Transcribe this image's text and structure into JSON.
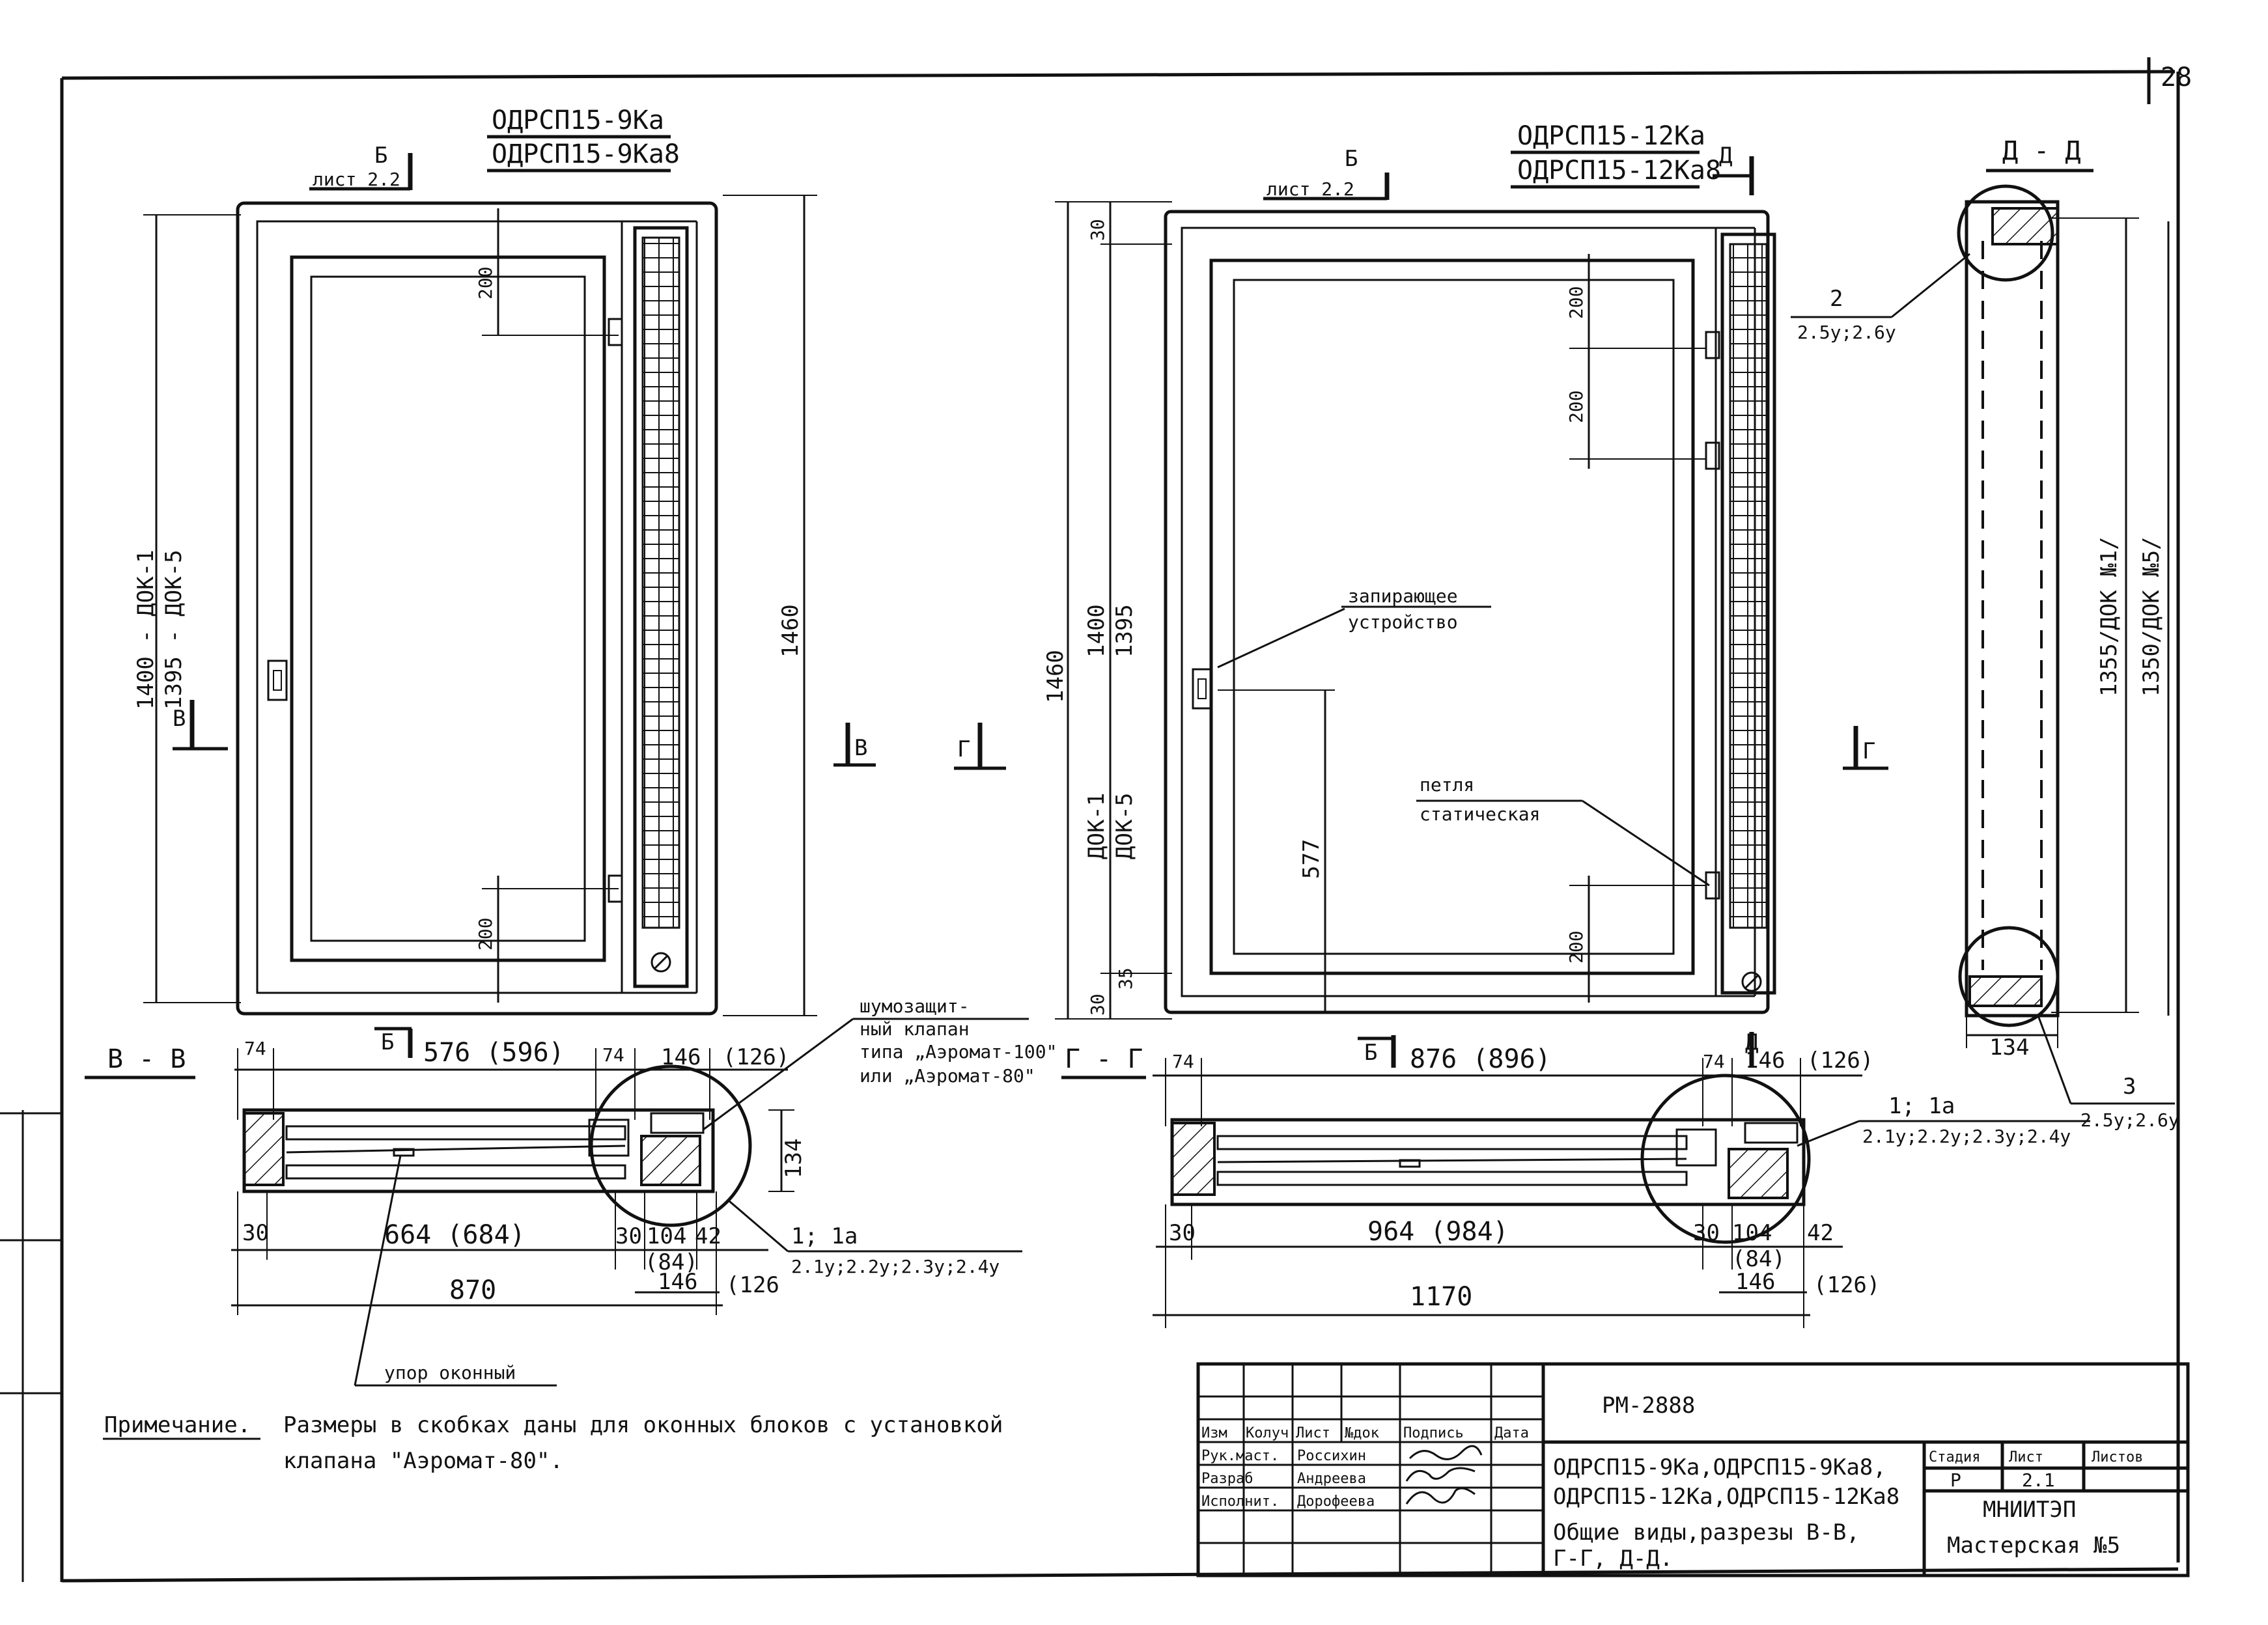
{
  "sheet": {
    "page_number": "28"
  },
  "left_view": {
    "title_1": "ОДРСП15-9Ка",
    "title_2": "ОДРСП15-9Ка8",
    "section_b_letter": "Б",
    "section_b_ref": "лист 2.2",
    "section_b_bottom": "Б",
    "dim_top_200": "200",
    "dim_bottom_200": "200",
    "dim_height_1": "1400 - ДОК-1",
    "dim_height_2": "1395 - ДОК-5",
    "dim_overall": "1460",
    "section_v_left": "В",
    "section_v_right": "В"
  },
  "right_view": {
    "title_1": "ОДРСП15-12Ка",
    "title_2": "ОДРСП15-12Ка8",
    "section_b_letter": "Б",
    "section_b_ref": "лист 2.2",
    "section_b_bottom": "Б",
    "section_d_top": "Д",
    "section_d_bottom": "Д",
    "dim_30_top": "30",
    "dim_200_a": "200",
    "dim_200_b": "200",
    "dim_200_c": "200",
    "dim_1400": "1400",
    "dim_1395": "1395",
    "dim_dok1": "ДОК-1",
    "dim_dok5": "ДОК-5",
    "dim_1460": "1460",
    "dim_577": "577",
    "dim_30_bottom": "30",
    "dim_35": "35",
    "label_lock_1": "запирающее",
    "label_lock_2": "устройство",
    "label_hinge_1": "петля",
    "label_hinge_2": "статическая",
    "section_g_left": "Г",
    "section_g_right": "Г"
  },
  "section_dd": {
    "title": "Д - Д",
    "callout_num": "2",
    "callout_ref": "2.5у;2.6у",
    "dim_1355": "1355/ДОК №1/",
    "dim_1350": "1350/ДОК №5/",
    "dim_134": "134",
    "callout_num_2": "3",
    "callout_ref_2": "2.5у;2.6у"
  },
  "section_vv": {
    "title": "В - В",
    "dim_74_left": "74",
    "dim_576": "576 (596)",
    "dim_74_mid": "74",
    "dim_146": "146",
    "dim_126": "(126)",
    "dim_134": "134",
    "dim_30": "30",
    "dim_664": "664 (684)",
    "dim_30_b": "30",
    "dim_104": "104",
    "dim_42": "42",
    "dim_84": "(84)",
    "dim_146_b": "146",
    "dim_126_b": "(126",
    "dim_870": "870",
    "callout_num": "1; 1а",
    "callout_ref": "2.1у;2.2у;2.3у;2.4у",
    "label_stop": "упор оконный",
    "label_valve_1": "шумозащит-",
    "label_valve_2": "ный клапан",
    "label_valve_3": "типа „Аэромат-100\"",
    "label_valve_4": "или „Аэромат-80\""
  },
  "section_gg": {
    "title": "Г - Г",
    "dim_74_left": "74",
    "dim_876": "876 (896)",
    "dim_74_mid": "74",
    "dim_146": "146",
    "dim_126": "(126)",
    "dim_30": "30",
    "dim_964": "964 (984)",
    "dim_30_b": "30",
    "dim_104": "104",
    "dim_42": "42",
    "dim_84": "(84)",
    "dim_146_b": "146",
    "dim_126_b": "(126)",
    "dim_1170": "1170",
    "callout_num": "1; 1а",
    "callout_ref": "2.1у;2.2у;2.3у;2.4у"
  },
  "note": {
    "label": "Примечание.",
    "text_1": "Размеры в скобках даны для оконных блоков с установкой",
    "text_2": "клапана \"Аэромат-80\"."
  },
  "title_block": {
    "doc_code": "РМ-2888",
    "hdr_izm": "Изм",
    "hdr_koluch": "Колуч",
    "hdr_list": "Лист",
    "hdr_ndok": "№док",
    "hdr_podpis": "Подпись",
    "hdr_data": "Дата",
    "role_1": "Рук.маст.",
    "name_1": "Россихин",
    "role_2": "Разраб",
    "name_2": "Андреева",
    "role_3": "Исполнит.",
    "name_3": "Дорофеева",
    "product_1": "ОДРСП15-9Ка,ОДРСП15-9Ка8,",
    "product_2": "ОДРСП15-12Ка,ОДРСП15-12Ка8",
    "desc_1": "Общие виды,разрезы В-В,",
    "desc_2": "Г-Г, Д-Д.",
    "hdr_stage": "Стадия",
    "hdr_sheet": "Лист",
    "hdr_sheets": "Листов",
    "stage": "Р",
    "sheet": "2.1",
    "org": "МНИИТЭП",
    "workshop": "Мастерская №5"
  }
}
